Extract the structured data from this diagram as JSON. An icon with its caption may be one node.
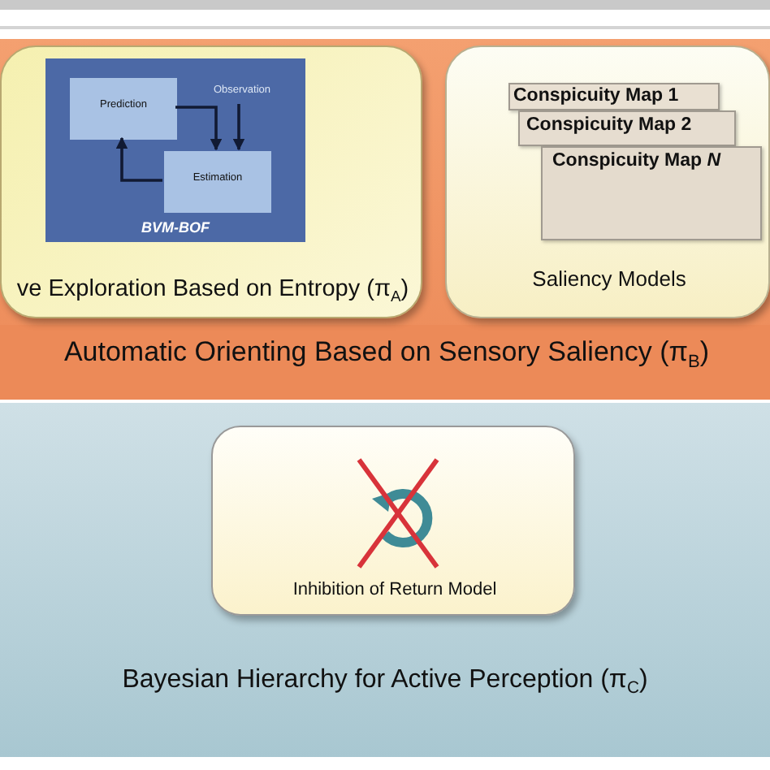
{
  "diagram": {
    "nodes": [
      {
        "text": [
          "Automatic Orienting Based on Sensory Saliency (π$_{B}$)"
        ]
      },
      {
        "text": [
          "ve Exploration Based on Entropy (π$_{A}$)"
        ]
      },
      {
        "text": [
          "BVM-BOF"
        ],
        "in": 1
      },
      {
        "text": [
          "Prediction"
        ],
        "in": 2
      },
      {
        "text": [
          "Observation"
        ],
        "in": 2
      },
      {
        "text": [
          "Estimation"
        ],
        "in": 2
      },
      {
        "text": [
          "Saliency Models"
        ]
      },
      {
        "text": [
          "Conspicuity Map 1"
        ],
        "in": 6
      },
      {
        "text": [
          "Conspicuity Map 2"
        ],
        "in": 6
      },
      {
        "text": [
          "Conspicuity Map *N*"
        ],
        "in": 6
      },
      {
        "text": [
          "Bayesian Hierarchy for Active Perception (π$_{C}$)"
        ]
      },
      {
        "text": [
          "Inhibition of Return Model"
        ],
        "in": 10
      }
    ],
    "edges": [
      {
        "from": 3,
        "to": 5,
        "arrow": "to"
      },
      {
        "from": 4,
        "to": 5,
        "arrow": "to"
      },
      {
        "from": 5,
        "to": 3,
        "arrow": "to"
      }
    ]
  }
}
